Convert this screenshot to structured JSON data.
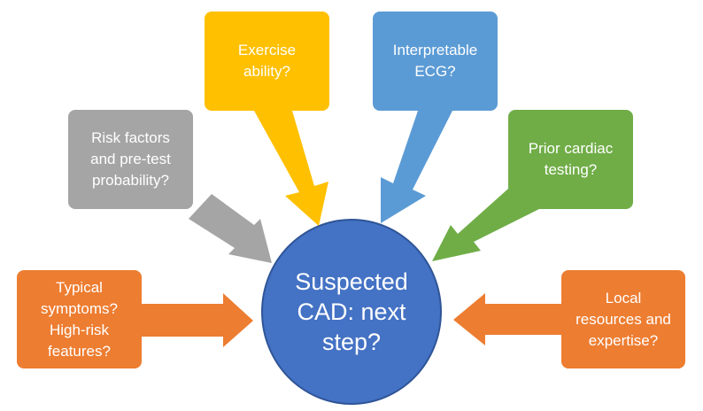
{
  "center": {
    "label": "Suspected\nCAD: next\nstep?",
    "color": "#4472c4"
  },
  "factors": [
    {
      "id": "typical-symptoms",
      "label": "Typical\nsymptoms?\nHigh-risk\nfeatures?",
      "color": "#ed7d31"
    },
    {
      "id": "risk-factors",
      "label": "Risk factors\nand pre-test\nprobability?",
      "color": "#a5a5a5"
    },
    {
      "id": "exercise-ability",
      "label": "Exercise\nability?",
      "color": "#ffc000"
    },
    {
      "id": "interpretable-ecg",
      "label": "Interpretable\nECG?",
      "color": "#5b9bd5"
    },
    {
      "id": "prior-cardiac-testing",
      "label": "Prior cardiac\ntesting?",
      "color": "#70ad47"
    },
    {
      "id": "local-resources",
      "label": "Local\nresources and\nexpertise?",
      "color": "#ed7d31"
    }
  ]
}
